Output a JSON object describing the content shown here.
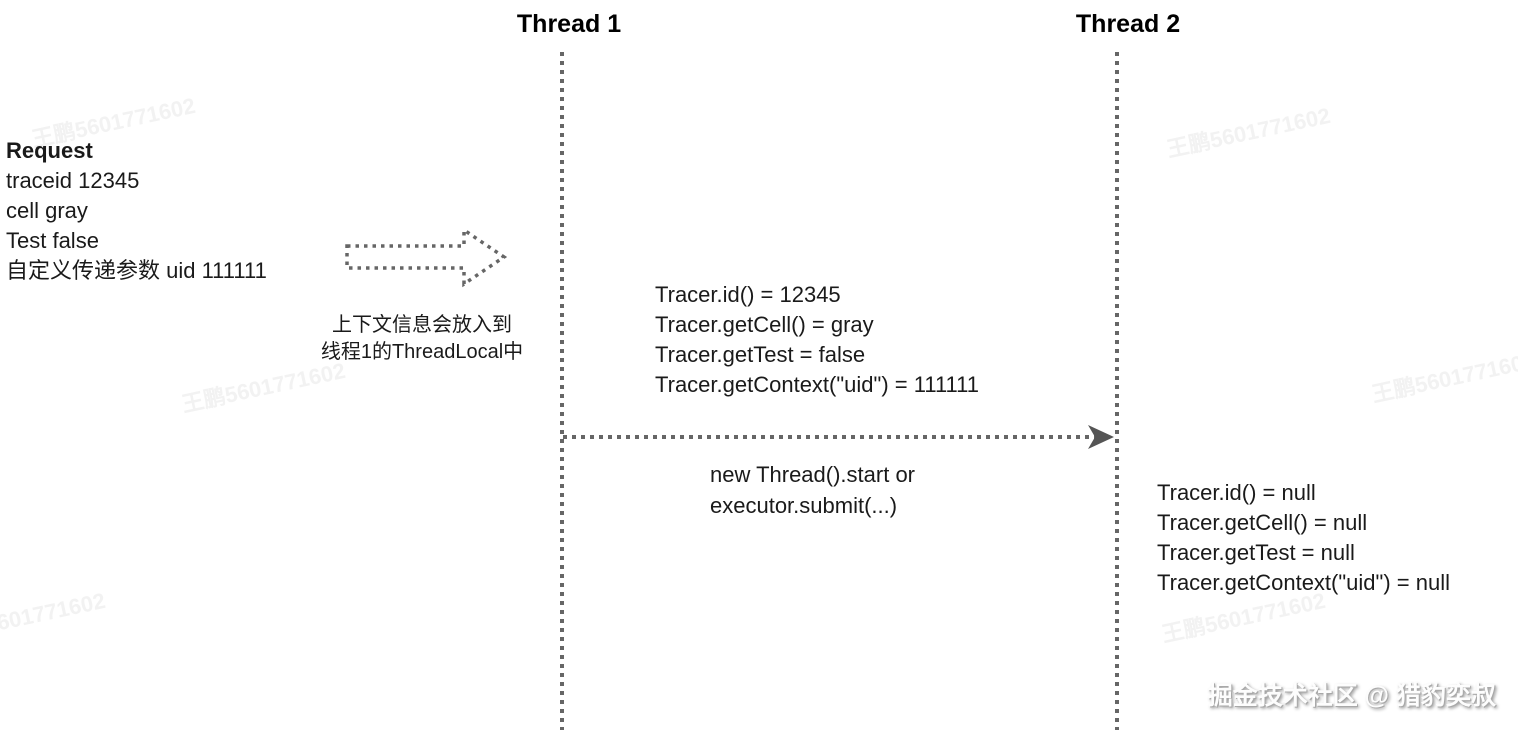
{
  "diagram": {
    "thread1_label": "Thread 1",
    "thread2_label": "Thread 2",
    "request": {
      "title": "Request",
      "lines": [
        "traceid 12345",
        "cell gray",
        "Test false",
        "自定义传递参数 uid 111111"
      ]
    },
    "request_arrow_caption": {
      "lines": [
        "上下文信息会放入到",
        "线程1的ThreadLocal中"
      ]
    },
    "thread1_context": {
      "lines": [
        "Tracer.id() = 12345",
        "Tracer.getCell() = gray",
        "Tracer.getTest = false",
        "Tracer.getContext(\"uid\") = 111111"
      ]
    },
    "transfer_label": {
      "lines": [
        "new Thread().start or",
        "executor.submit(...)"
      ]
    },
    "thread2_context": {
      "lines": [
        "Tracer.id() = null",
        "Tracer.getCell() = null",
        "Tracer.getTest = null",
        "Tracer.getContext(\"uid\") = null"
      ]
    },
    "brand_watermark": "掘金技术社区 @ 猎豹奕叔",
    "background_watermark": "王鹏5601771602",
    "colors": {
      "line": "#666666",
      "arrowhead": "#555555",
      "text": "#1a1a1a"
    }
  }
}
